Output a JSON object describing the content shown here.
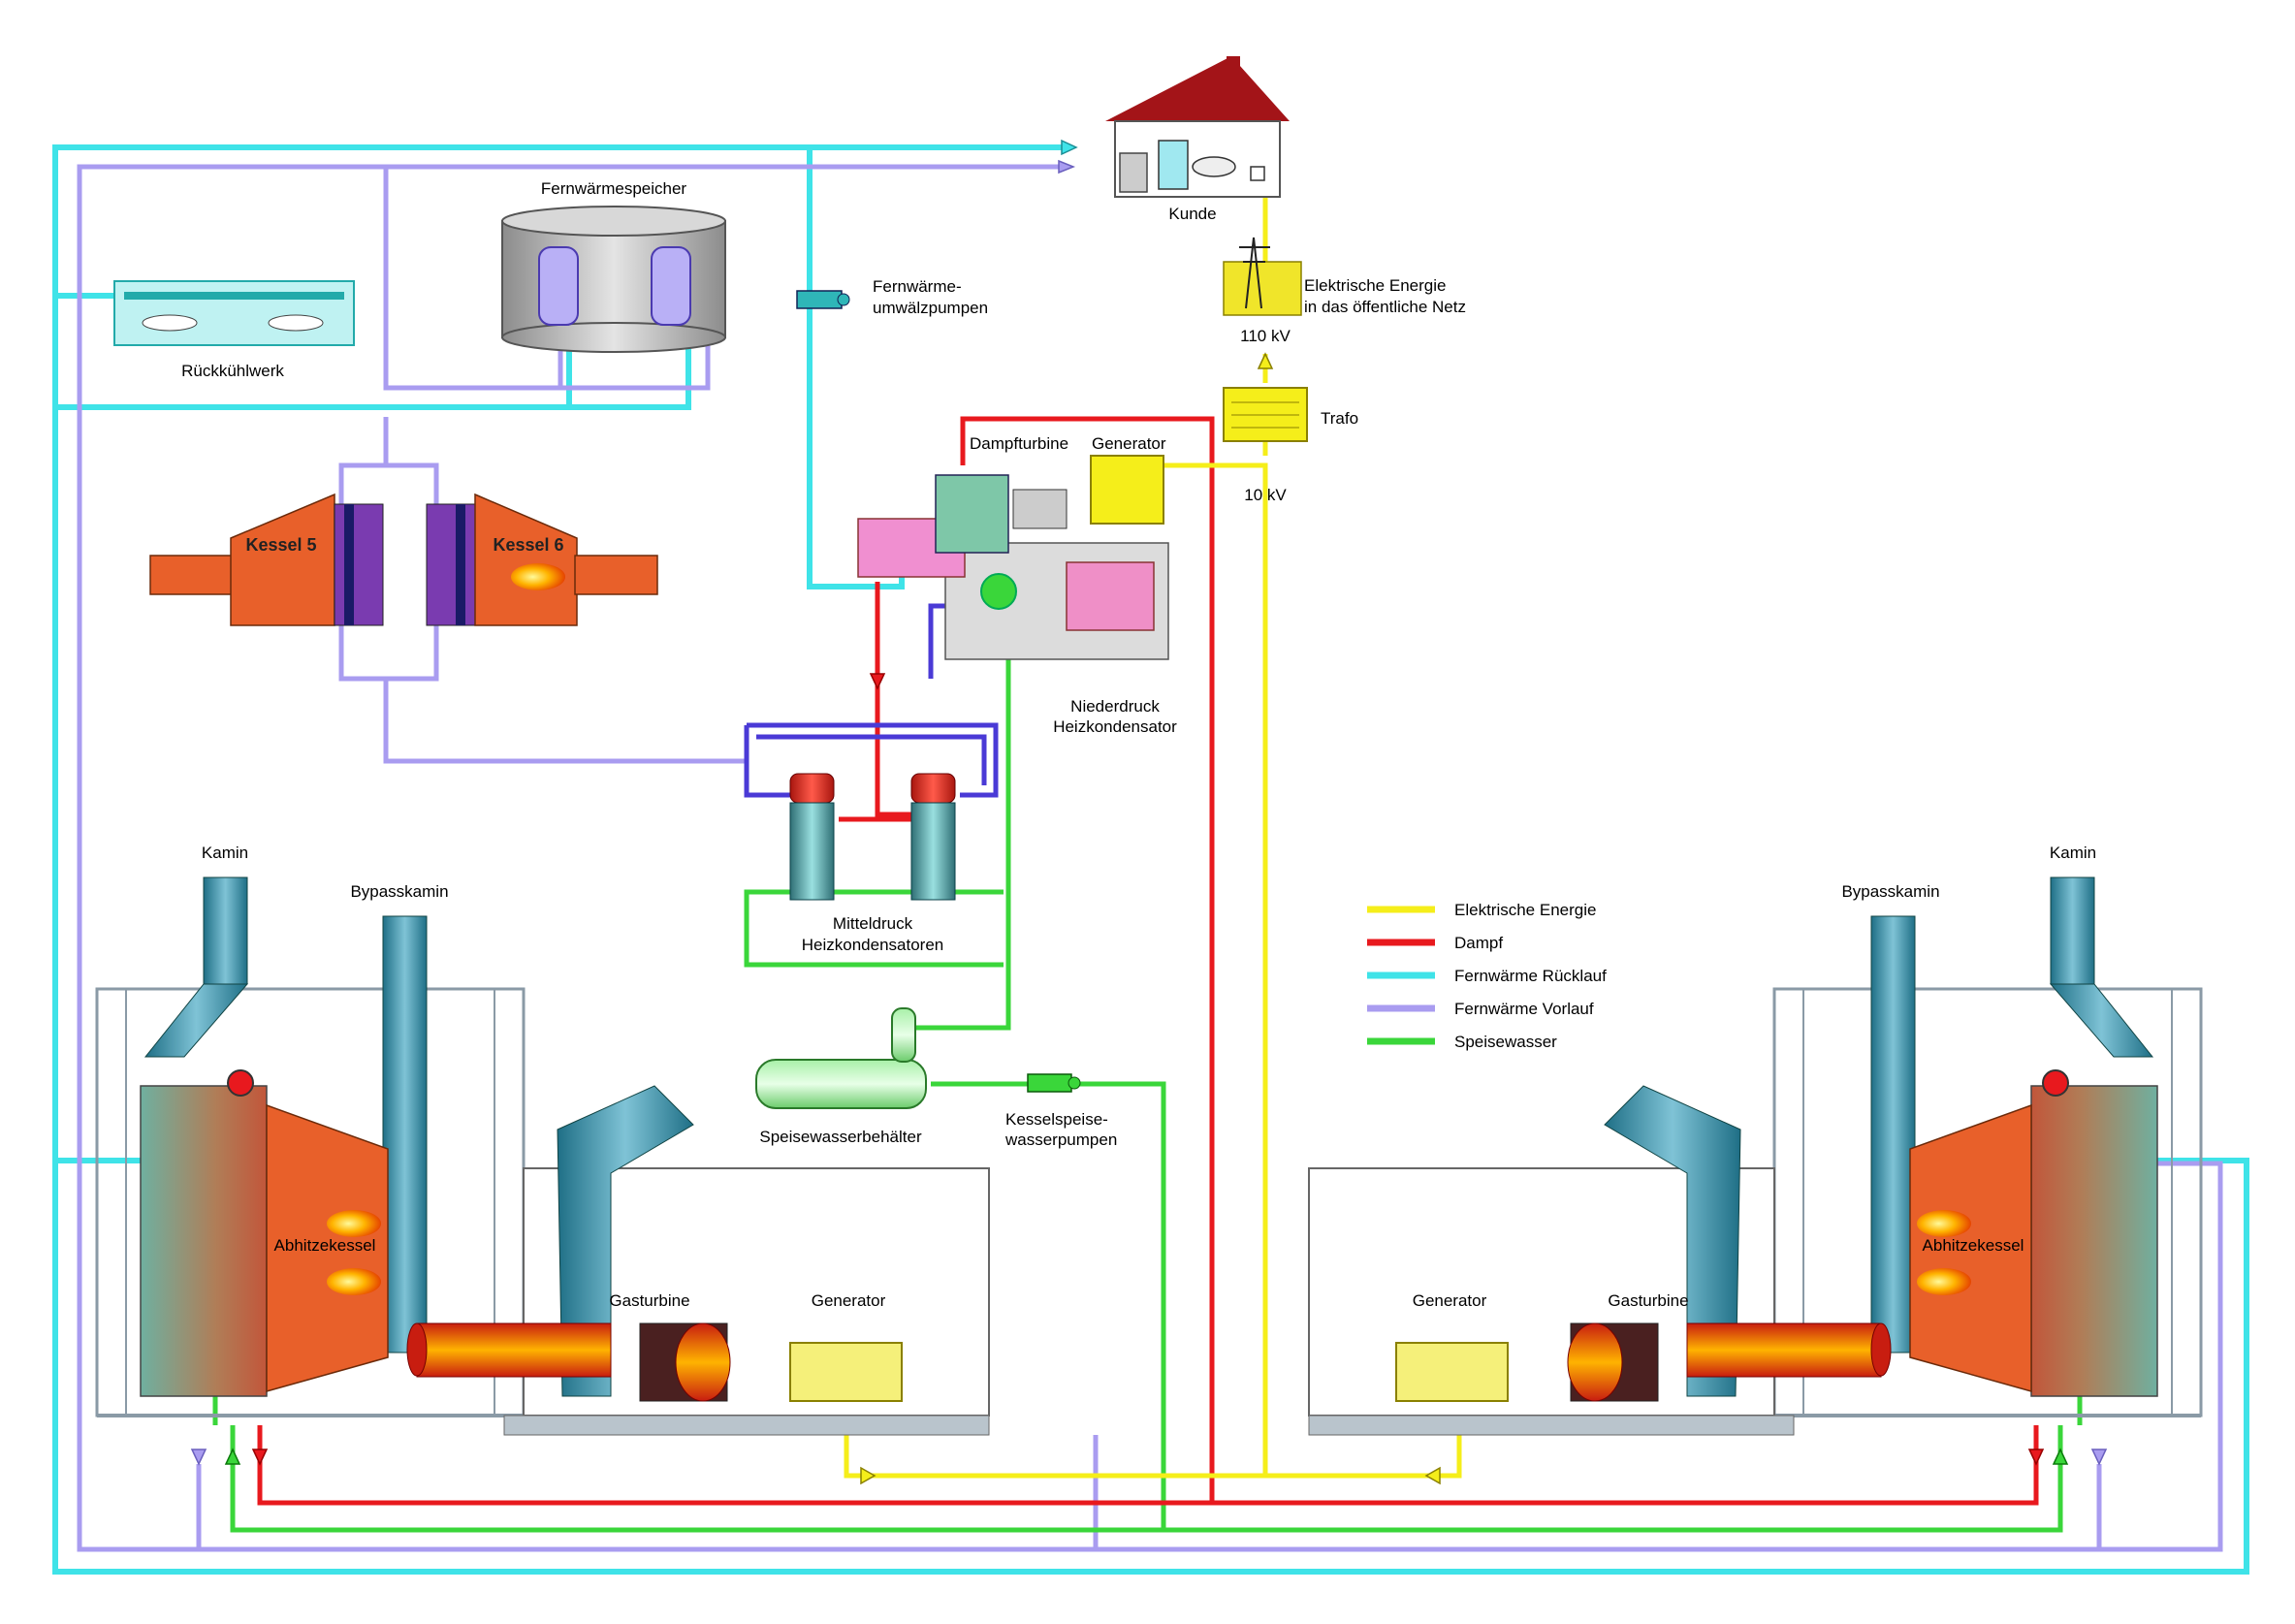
{
  "labels": {
    "customer": "Kunde",
    "heat_storage": "Fernwärmespeicher",
    "cooling_tower": "Rückkühlwerk",
    "circ_pumps_1": "Fernwärme-",
    "circ_pumps_2": "umwälzpumpen",
    "electric_energy_1": "Elektrische Energie",
    "electric_energy_2": "in das öffentliche Netz",
    "kv110": "110 kV",
    "trafo": "Trafo",
    "kv10": "10 kV",
    "steam_turbine": "Dampfturbine",
    "top_generator": "Generator",
    "kessel5": "Kessel 5",
    "kessel6": "Kessel 6",
    "lp_condenser_1": "Niederdruck",
    "lp_condenser_2": "Heizkondensator",
    "mp_condensers_1": "Mitteldruck",
    "mp_condensers_2": "Heizkondensatoren",
    "feedwater_tank": "Speisewasserbehälter",
    "feed_pumps_1": "Kesselspeise-",
    "feed_pumps_2": "wasserpumpen",
    "left_stack": "Kamin",
    "left_bypass": "Bypasskamin",
    "left_hrsg": "Abhitzekessel",
    "left_gasturbine": "Gasturbine",
    "left_generator": "Generator",
    "right_stack": "Kamin",
    "right_bypass": "Bypasskamin",
    "right_hrsg": "Abhitzekessel",
    "right_gasturbine": "Gasturbine",
    "right_generator": "Generator"
  },
  "legend": [
    {
      "label": "Elektrische Energie",
      "color": "#f5ee1a"
    },
    {
      "label": "Dampf",
      "color": "#e8191e"
    },
    {
      "label": "Fernwärme Rücklauf",
      "color": "#3fe3e8"
    },
    {
      "label": "Fernwärme Vorlauf",
      "color": "#a99cf0"
    },
    {
      "label": "Speisewasser",
      "color": "#3ad63a"
    }
  ],
  "colors": {
    "electric": "#f5ee1a",
    "steam": "#e8191e",
    "return": "#3fe3e8",
    "supply": "#a99cf0",
    "feedwater": "#3ad63a",
    "roof": "#a31418",
    "boiler": "#e8602a"
  }
}
